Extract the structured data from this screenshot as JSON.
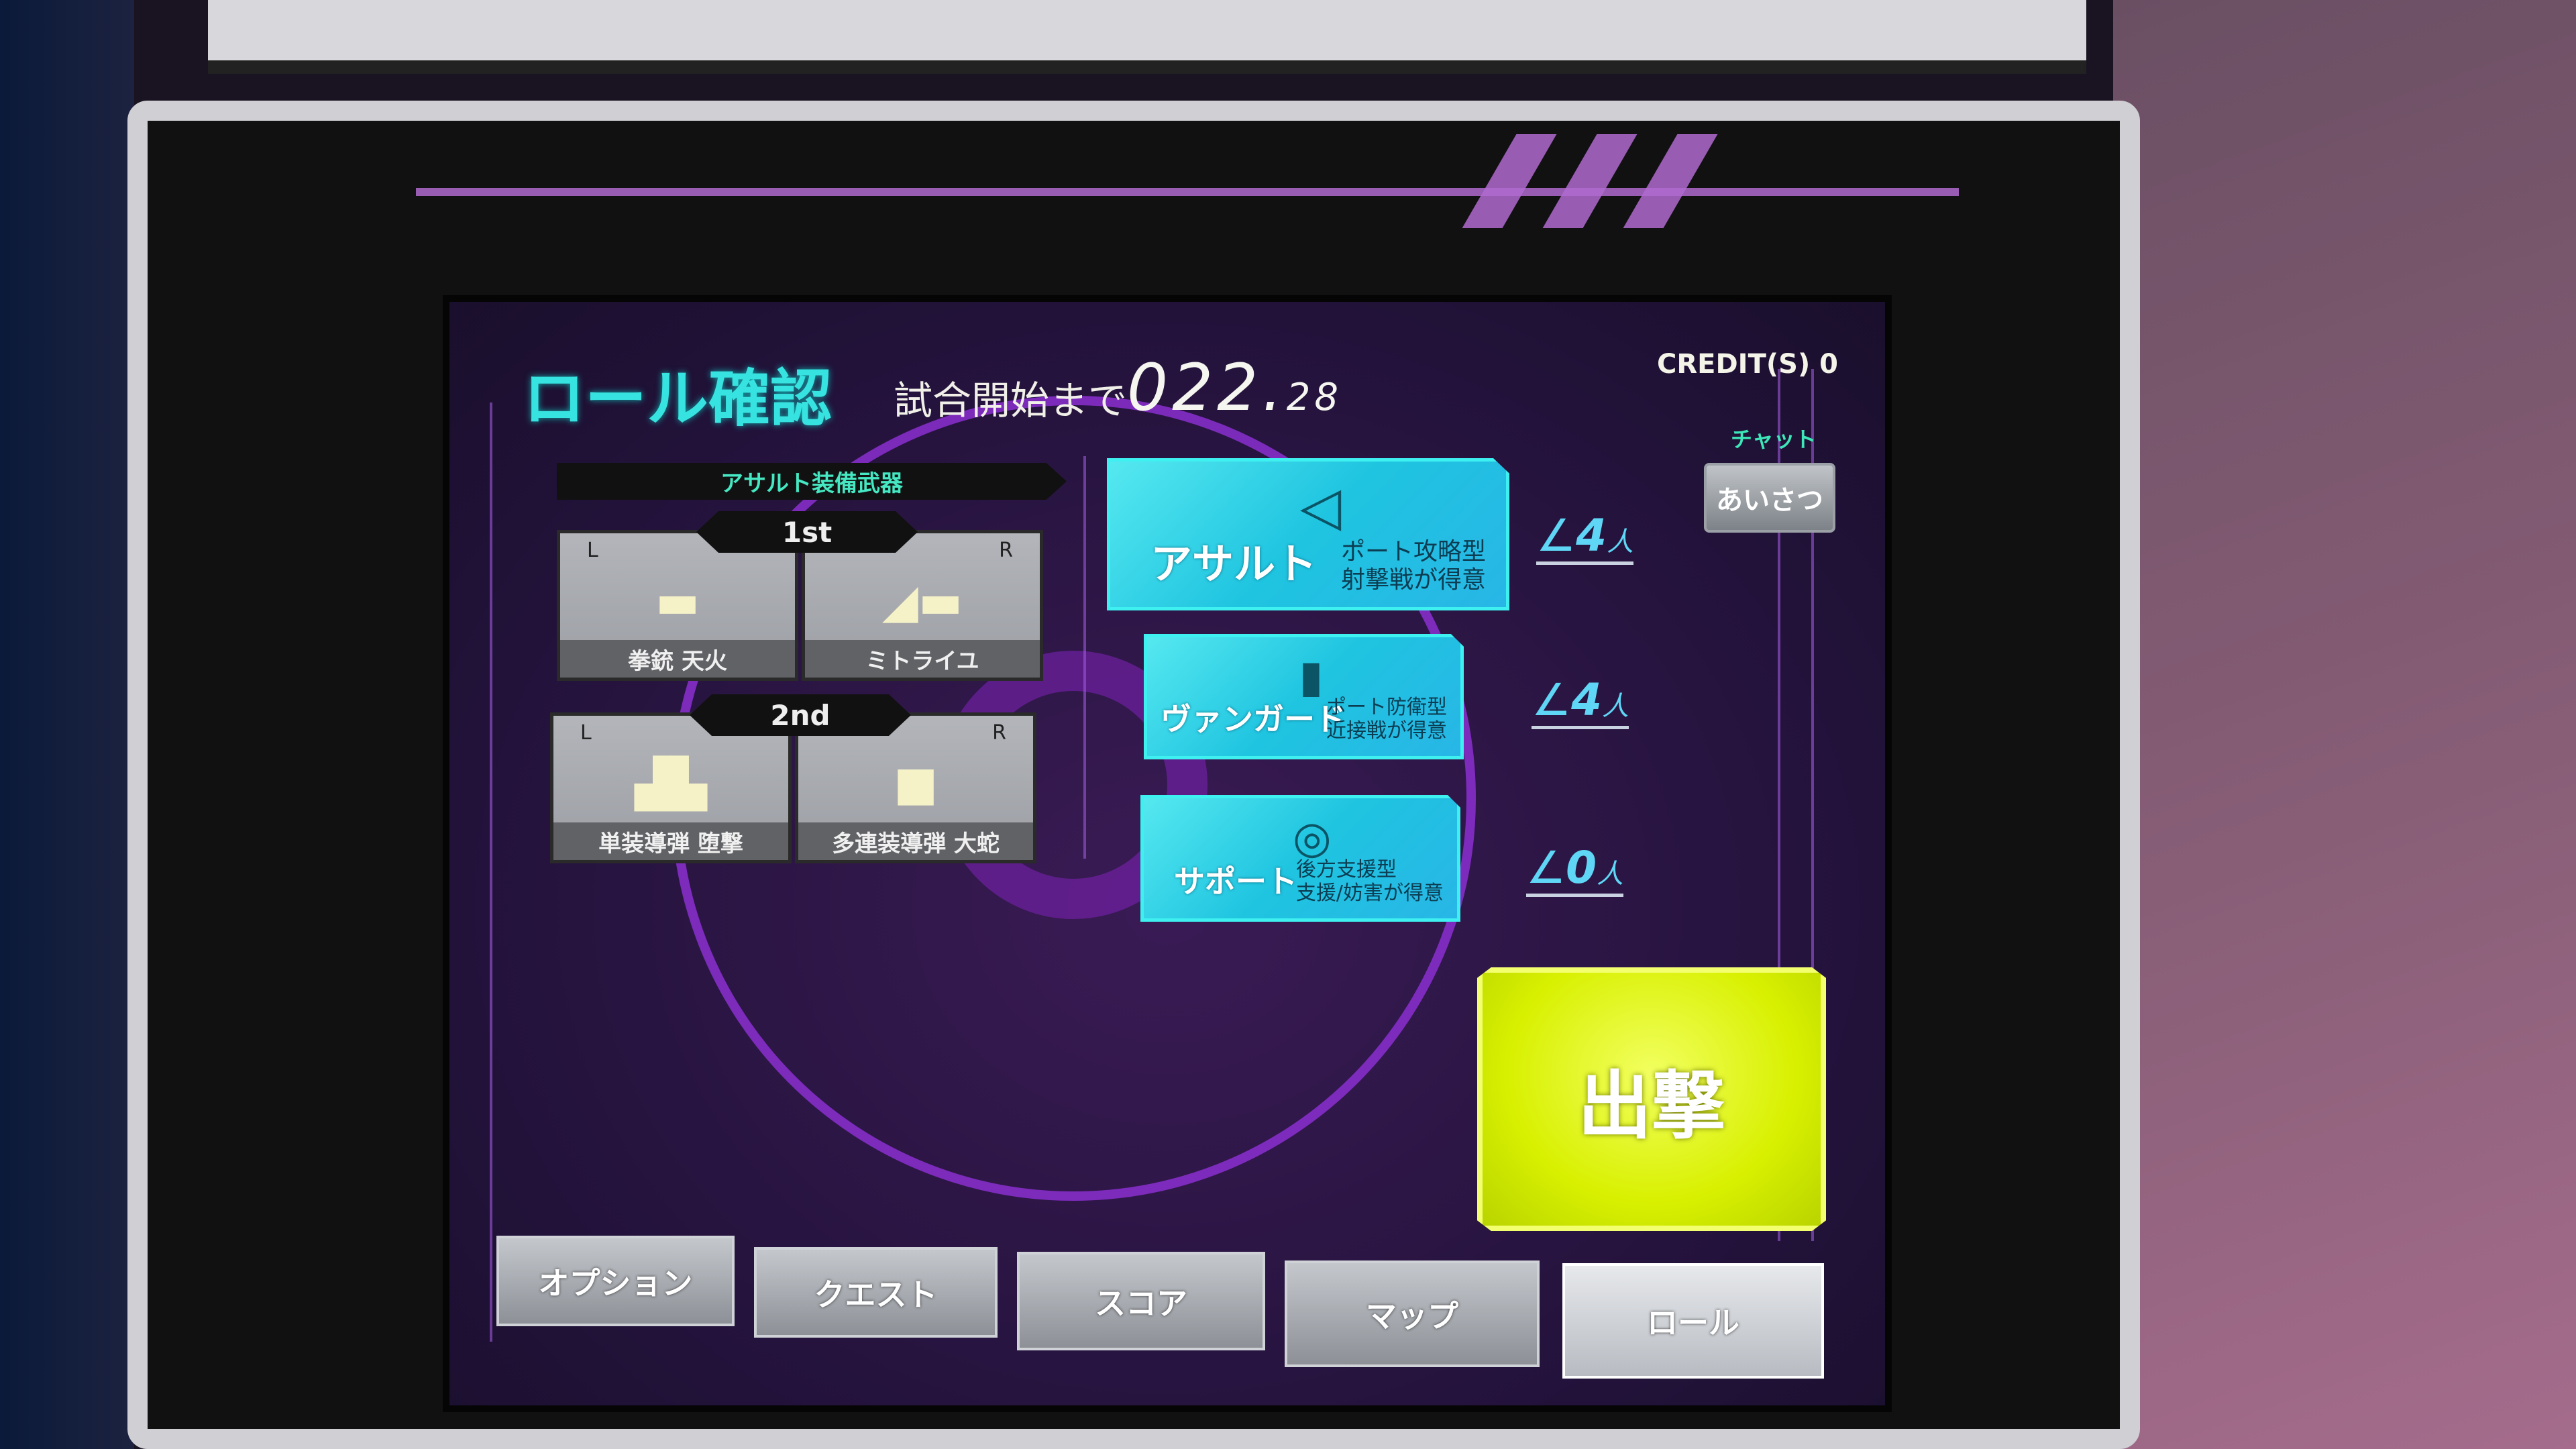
{
  "header": {
    "title": "ロール確認",
    "countdown_label": "試合開始まで",
    "countdown_main": "022.",
    "countdown_frac": "28",
    "credits": "CREDIT(S)  0"
  },
  "chat": {
    "label": "チャット",
    "greeting_button": "あいさつ"
  },
  "weapons": {
    "title": "アサルト装備武器",
    "tiers": [
      {
        "label": "1st",
        "left": {
          "side": "L",
          "name": "拳銃 天火"
        },
        "right": {
          "side": "R",
          "name": "ミトライユ"
        }
      },
      {
        "label": "2nd",
        "left": {
          "side": "L",
          "name": "単装導弾 堕撃"
        },
        "right": {
          "side": "R",
          "name": "多連装導弾 大蛇"
        }
      }
    ]
  },
  "roles": [
    {
      "name": "アサルト",
      "desc1": "ポート攻略型",
      "desc2": "射撃戦が得意",
      "count": "4",
      "unit": "人",
      "icon": "assault-icon"
    },
    {
      "name": "ヴァンガード",
      "desc1": "ポート防衛型",
      "desc2": "近接戦が得意",
      "count": "4",
      "unit": "人",
      "icon": "vanguard-shield-icon"
    },
    {
      "name": "サポート",
      "desc1": "後方支援型",
      "desc2": "支援/妨害が得意",
      "count": "0",
      "unit": "人",
      "icon": "support-icon"
    }
  ],
  "sortie_label": "出撃",
  "nav": [
    "オプション",
    "クエスト",
    "スコア",
    "マップ",
    "ロール"
  ],
  "colors": {
    "accent": "#37e3e0",
    "sortie": "#d8f000",
    "ring": "#8b2fd0"
  }
}
